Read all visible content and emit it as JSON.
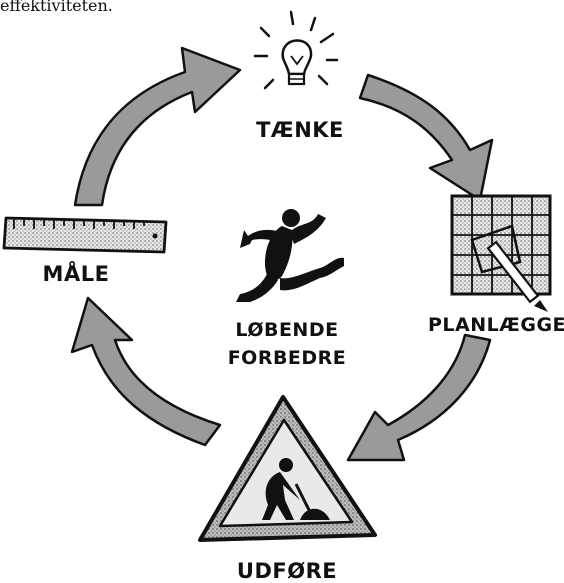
{
  "top_clipped_text": "effektiviteten.",
  "diagram": {
    "steps": [
      {
        "id": "think",
        "label": "TÆNKE",
        "icon": "lightbulb-icon"
      },
      {
        "id": "plan",
        "label": "PLANLÆGGE",
        "icon": "grid-plan-icon"
      },
      {
        "id": "execute",
        "label": "UDFØRE",
        "icon": "worker-triangle-icon"
      },
      {
        "id": "measure",
        "label": "MÅLE",
        "icon": "ruler-icon"
      }
    ],
    "center": {
      "label_line1": "LØBENDE",
      "label_line2": "FORBEDRE",
      "icon": "running-figure-icon"
    },
    "colors": {
      "ink": "#111111",
      "arrow_fill": "#9a9a9a",
      "paper": "#ffffff",
      "hatch": "#b5b5b5"
    }
  }
}
